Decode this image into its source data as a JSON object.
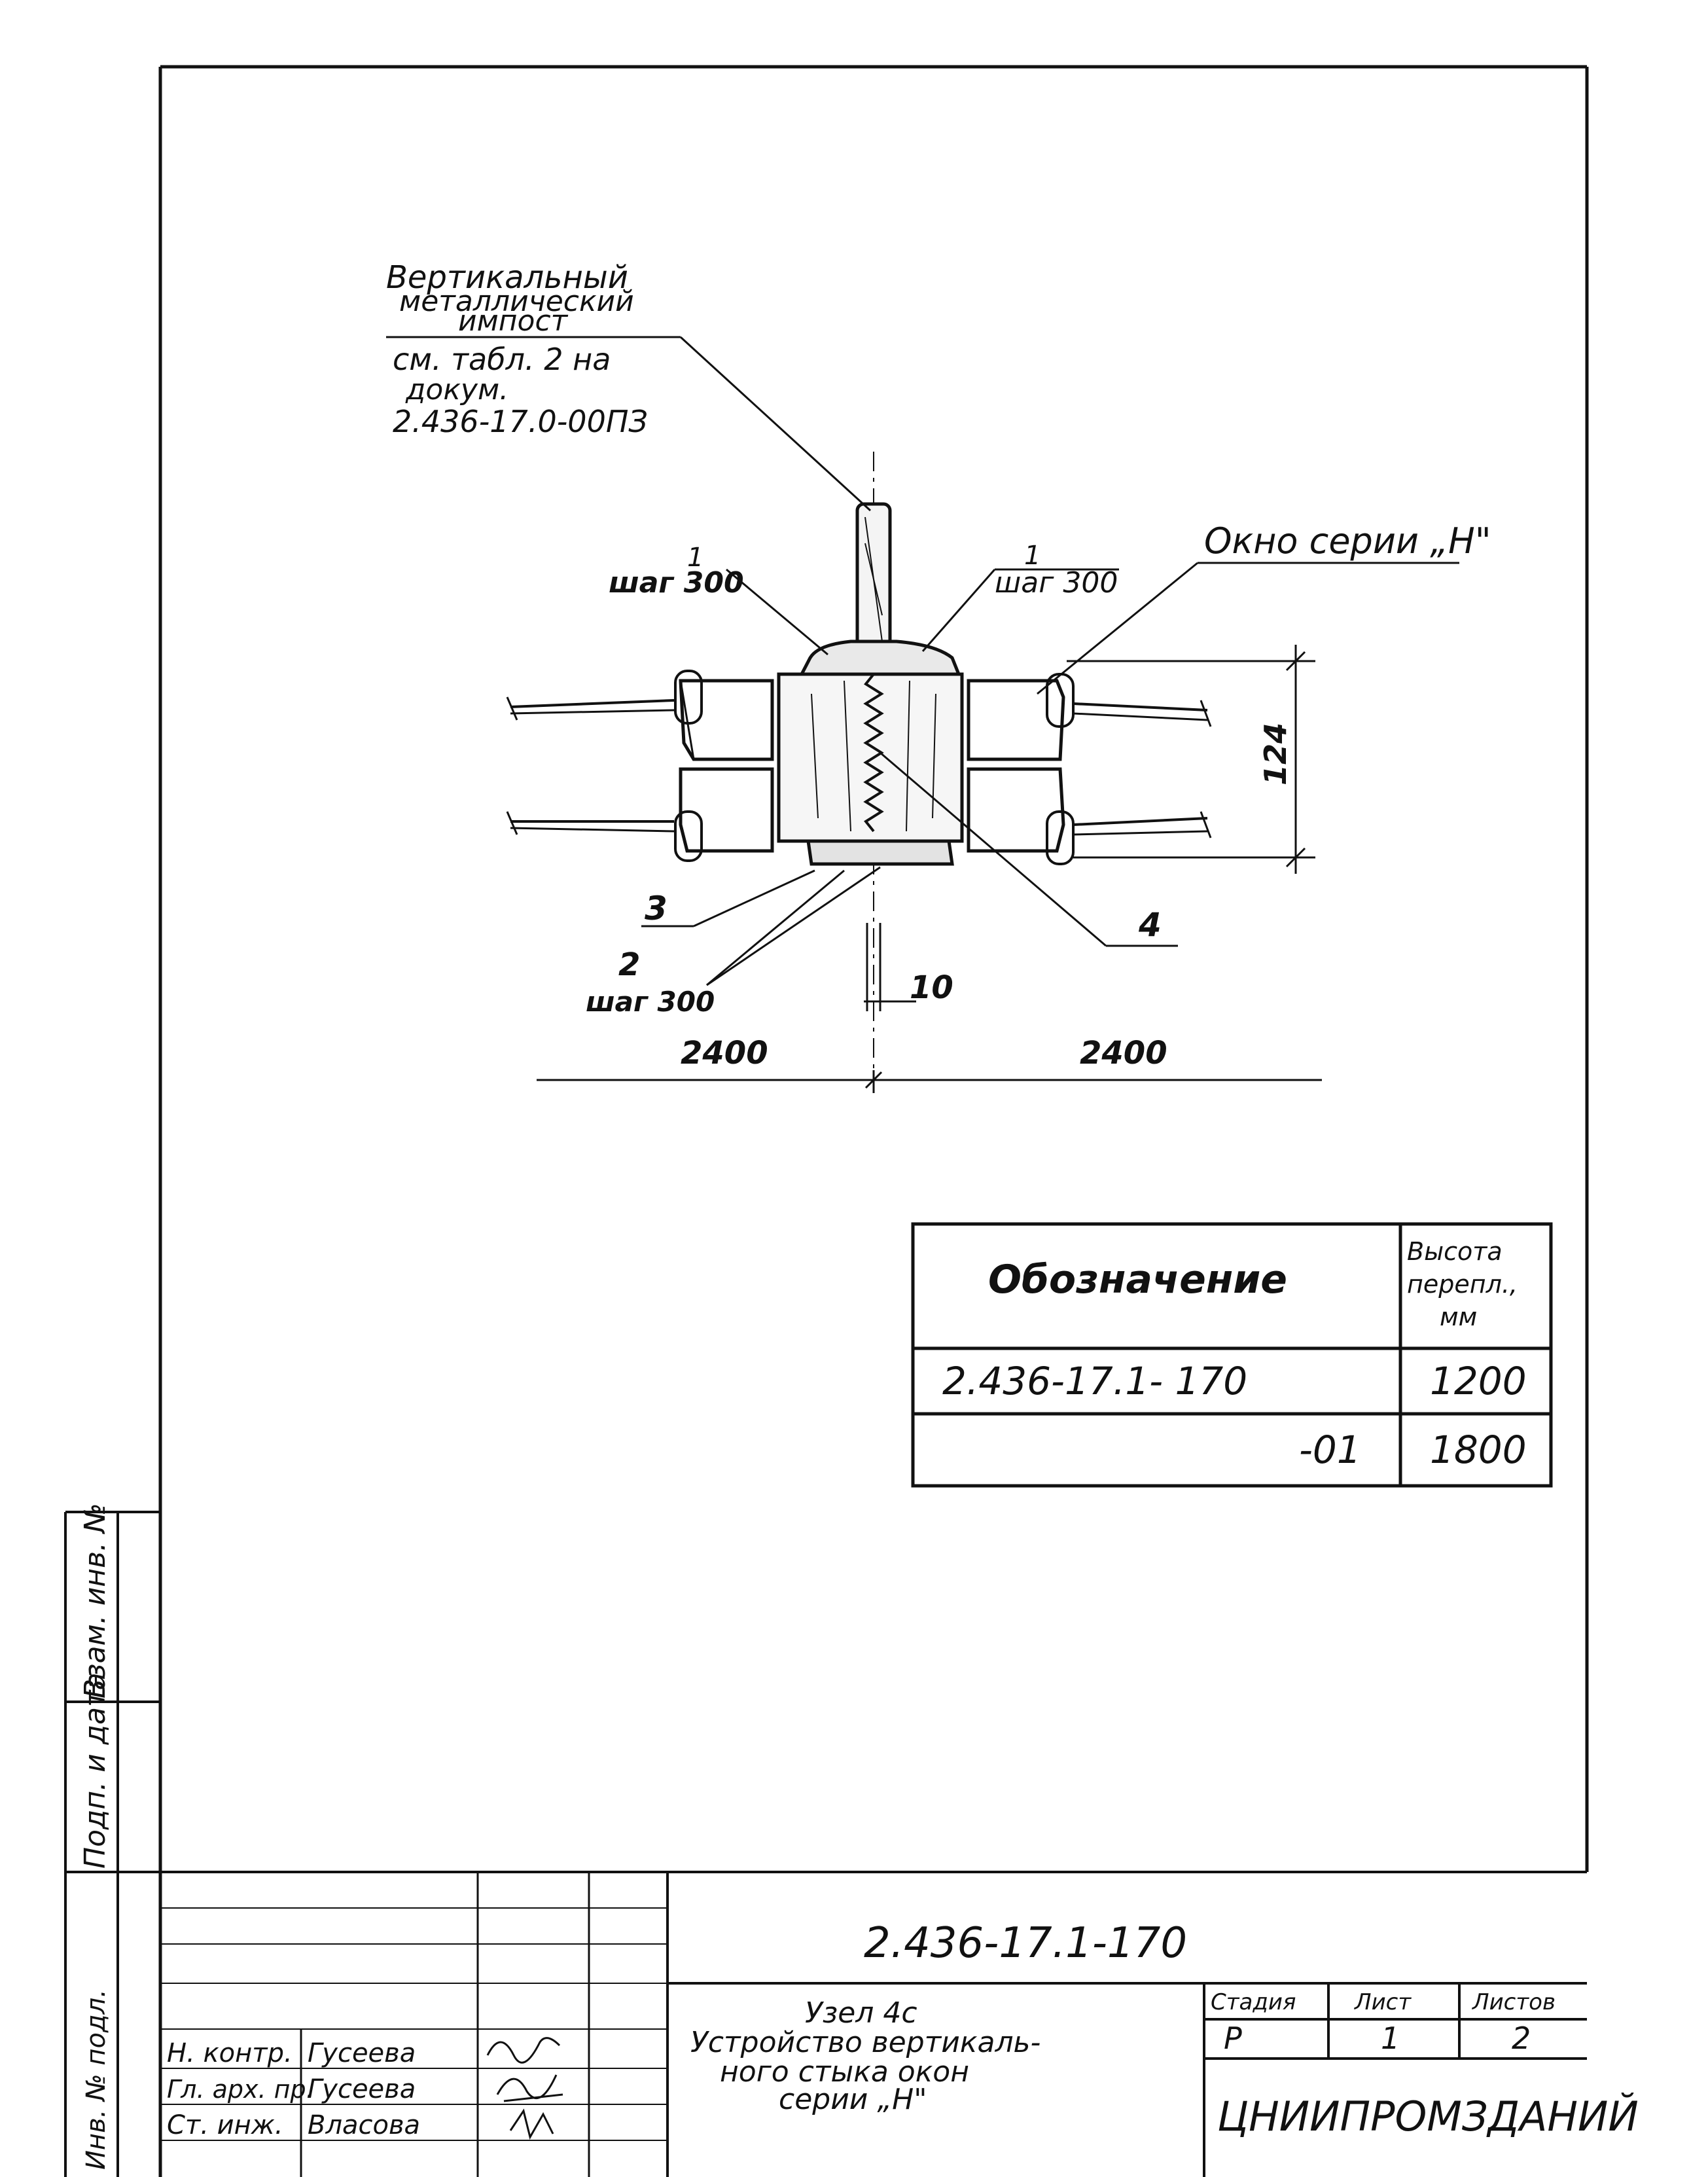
{
  "drawing": {
    "callout_impost": {
      "line1": "Вертикальный",
      "line2": "металлический",
      "line3": "импост",
      "line4": "см. табл. 2 на",
      "line5": "докум.",
      "line6": "2.436-17.0-00ПЗ"
    },
    "callout_window": "Окно серии „Н\"",
    "pos1_left": {
      "num": "1",
      "step": "шаг 300"
    },
    "pos1_right": {
      "num": "1",
      "step": "шаг 300"
    },
    "pos2": {
      "num": "2",
      "step": "шаг 300"
    },
    "pos3": "3",
    "pos4": "4",
    "dim_height": "124",
    "dim_gap": "10",
    "dim_left": "2400",
    "dim_right": "2400"
  },
  "spec_table": {
    "header_designation": "Обозначение",
    "header_height": [
      "Высота",
      "перепл.,",
      "мм"
    ],
    "rows": [
      {
        "designation": "2.436-17.1- 170",
        "height": "1200"
      },
      {
        "designation": "-01",
        "height": "1800"
      }
    ]
  },
  "side_stamp": {
    "col1": "Взам. инв. №",
    "col2": "Подп. и дата",
    "col3": "Инв. № подл."
  },
  "title_block": {
    "doc_code": "2.436-17.1-170",
    "title_line1": "Узел 4с",
    "title_line2": "Устройство вертикаль-",
    "title_line3": "ного стыка окон",
    "title_line4": "серии „Н\"",
    "stage_label": "Стадия",
    "sheet_label": "Лист",
    "sheets_label": "Листов",
    "stage_value": "Р",
    "sheet_value": "1",
    "sheets_value": "2",
    "organization": "ЦНИИПРОМЗДАНИЙ",
    "roles": [
      {
        "role": "Н. контр.",
        "name": "Гусеева"
      },
      {
        "role": "Гл. арх. пр.",
        "name": "Гусеева"
      },
      {
        "role": "Ст. инж.",
        "name": "Власова"
      }
    ]
  }
}
